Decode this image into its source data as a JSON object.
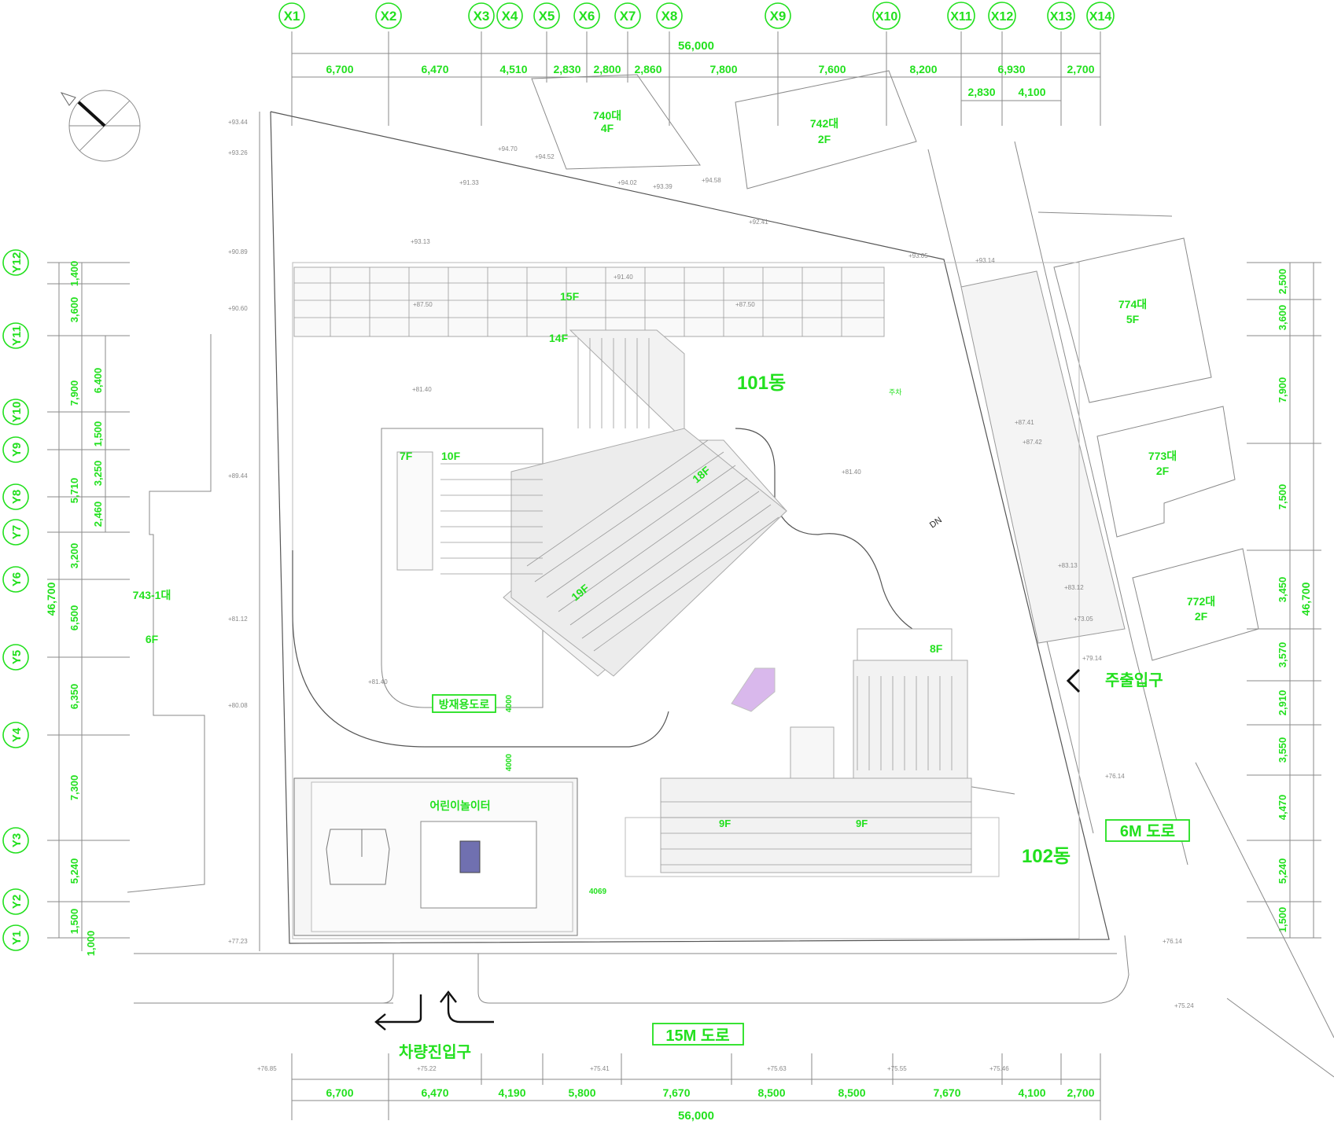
{
  "grid_x": [
    "X1",
    "X2",
    "X3",
    "X4",
    "X5",
    "X6",
    "X7",
    "X8",
    "X9",
    "X10",
    "X11",
    "X12",
    "X13",
    "X14"
  ],
  "grid_y": [
    "Y12",
    "Y11",
    "Y10",
    "Y9",
    "Y8",
    "Y7",
    "Y6",
    "Y5",
    "Y4",
    "Y3",
    "Y2",
    "Y1"
  ],
  "top_total": "56,000",
  "top_dims": [
    "6,700",
    "6,470",
    "4,510",
    "2,830",
    "2,800",
    "2,860",
    "7,800",
    "7,600",
    "8,200",
    "6,930",
    "2,700"
  ],
  "top_sub_dims": [
    "2,830",
    "4,100"
  ],
  "bottom_total": "56,000",
  "bottom_dims": [
    "6,700",
    "6,470",
    "4,190",
    "5,800",
    "7,670",
    "8,500",
    "8,500",
    "7,670",
    "4,100",
    "2,700"
  ],
  "left_total": "46,700",
  "left_dims": [
    "1,400",
    "3,600",
    "7,900",
    "6,400",
    "1,500",
    "5,710",
    "3,250",
    "2,460",
    "3,200",
    "6,500",
    "6,350",
    "7,300",
    "5,240",
    "1,500",
    "1,000"
  ],
  "right_total": "46,700",
  "right_dims": [
    "2,500",
    "3,600",
    "7,900",
    "7,500",
    "3,450",
    "3,570",
    "2,910",
    "3,550",
    "4,470",
    "5,240",
    "1,500"
  ],
  "labels": {
    "b101": "101동",
    "b102": "102동",
    "main_entrance": "주출입구",
    "vehicle_entrance": "차량진입구",
    "road_15m": "15M 도로",
    "road_6m": "6M 도로",
    "fire_road": "방재용도로",
    "playground": "어린이놀이터",
    "f15": "15F",
    "f14": "14F",
    "f10": "10F",
    "f7": "7F",
    "f18": "18F",
    "f19": "19F",
    "f8": "8F",
    "f9a": "9F",
    "f9b": "9F",
    "dn": "DN"
  },
  "neighbors": [
    {
      "id": "740",
      "name": "740대",
      "floors": "4F"
    },
    {
      "id": "742",
      "name": "742대",
      "floors": "2F"
    },
    {
      "id": "774",
      "name": "774대",
      "floors": "5F"
    },
    {
      "id": "773",
      "name": "773대",
      "floors": "2F"
    },
    {
      "id": "772",
      "name": "772대",
      "floors": "2F"
    },
    {
      "id": "743",
      "name": "743-1대",
      "floors": "6F"
    }
  ],
  "levels": [
    "+93.44",
    "+93.26",
    "+94.70",
    "+94.52",
    "+91.33",
    "+94.02",
    "+93.39",
    "+94.58",
    "+93.13",
    "+92.41",
    "+93.05",
    "+93.14",
    "+90.89",
    "+90.60",
    "+87.50",
    "+91.40",
    "+87.50",
    "+81.40",
    "+89.44",
    "+81.40",
    "+81.12",
    "+81.40",
    "+80.08",
    "+77.23",
    "+87.41",
    "+87.42",
    "+83.13",
    "+83.12",
    "+73.05",
    "+79.14",
    "+76.14",
    "+76.14",
    "+75.24",
    "+75.22",
    "+75.41",
    "+75.63",
    "+75.55",
    "+75.46",
    "+76.85"
  ],
  "level_extra": "주차",
  "dim_4000": "4000",
  "dim_4069": "4069",
  "colors": {
    "accent": "#22e01e",
    "line": "#8a8a8a",
    "purple": "#c08ae0"
  }
}
